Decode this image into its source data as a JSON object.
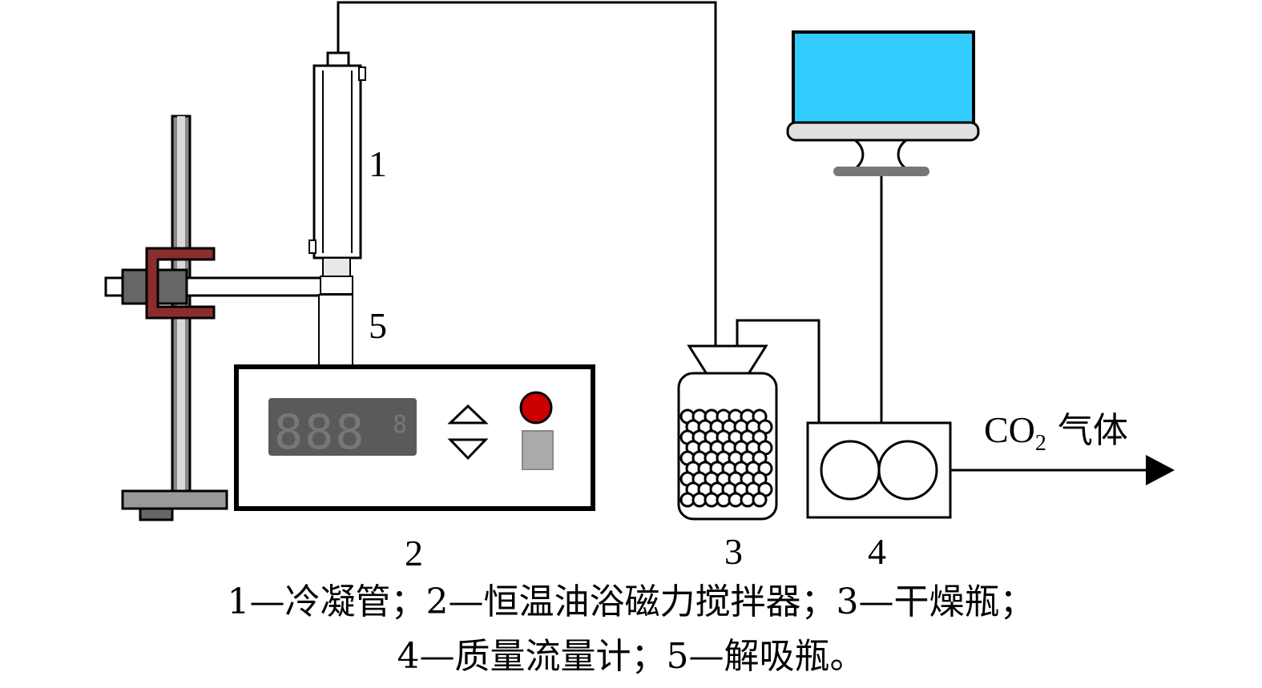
{
  "labels": {
    "condenser_num": "1",
    "stirrer_num": "2",
    "dryer_num": "3",
    "flowmeter_num": "4",
    "desorb_num": "5"
  },
  "outlet": {
    "gas_formula_main": "CO",
    "gas_formula_sub": "2",
    "gas_word": "气体"
  },
  "display": {
    "digits": "888",
    "small_digit": "8"
  },
  "legend": {
    "line1": "1—冷凝管；2—恒温油浴磁力搅拌器；3—干燥瓶；",
    "line2": "4—质量流量计；5—解吸瓶。"
  },
  "colors": {
    "monitor_screen": "#33ccff",
    "clamp": "#8b2d2d",
    "button_red": "#cc0000",
    "stand": "#888888",
    "display_bg": "#5a5a5a"
  }
}
